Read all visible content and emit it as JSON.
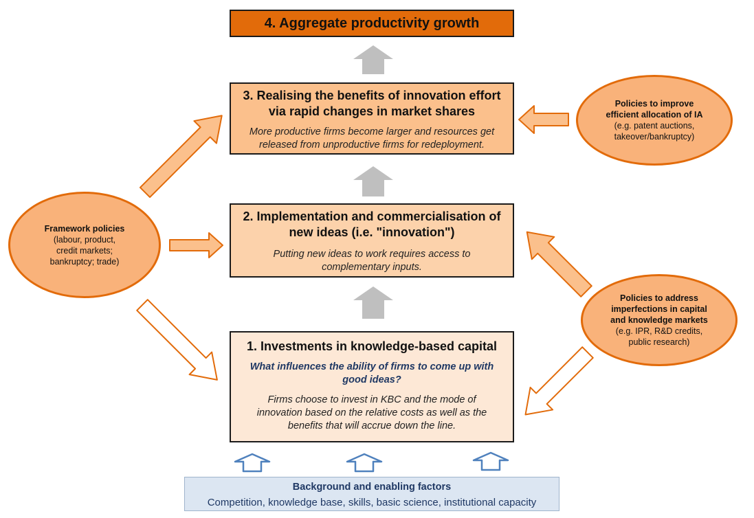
{
  "box4": {
    "title": "4. Aggregate productivity growth"
  },
  "box3": {
    "title_lines": [
      "3. Realising the benefits of innovation effort",
      "via rapid changes in market shares"
    ],
    "sub_lines": [
      "More productive firms become larger and resources get",
      "released from unproductive firms for redeployment."
    ]
  },
  "box2": {
    "title_lines": [
      "2. Implementation and commercialisation of",
      "new ideas (i.e. \"innovation\")"
    ],
    "sub_lines": [
      "Putting new ideas to work requires access to",
      "complementary inputs."
    ]
  },
  "box1": {
    "title": "1. Investments in knowledge-based capital",
    "question_lines": [
      "What influences the ability of firms to come up with",
      "good ideas?"
    ],
    "sub_lines": [
      "Firms choose to invest in KBC and the mode of",
      "innovation based on the relative costs as well as the",
      "benefits that will accrue down the line."
    ]
  },
  "framework": {
    "title": "Framework policies",
    "lines": [
      "(labour, product,",
      "credit markets;",
      "bankruptcy; trade)"
    ]
  },
  "allocation": {
    "title_lines": [
      "Policies to improve",
      "efficient allocation of IA"
    ],
    "lines": [
      "(e.g. patent auctions,",
      "takeover/bankruptcy)"
    ]
  },
  "imperfections": {
    "title_lines": [
      "Policies to address",
      "imperfections in capital",
      "and knowledge markets"
    ],
    "lines": [
      "(e.g. IPR, R&D credits,",
      "public research)"
    ]
  },
  "background": {
    "title": "Background and enabling factors",
    "subtitle": "Competition, knowledge base, skills, basic science, institutional capacity"
  },
  "colors": {
    "box4": "#e26b0a",
    "box3": "#fbc08c",
    "box2": "#fcd2ab",
    "box1": "#fde8d6",
    "ellipse_fill": "#f9b27a",
    "ellipse_border": "#e26b0a",
    "gray_arrow": "#bfbfbf",
    "blue_arrow": "#4f81bd",
    "background_box": "#dce6f2"
  }
}
